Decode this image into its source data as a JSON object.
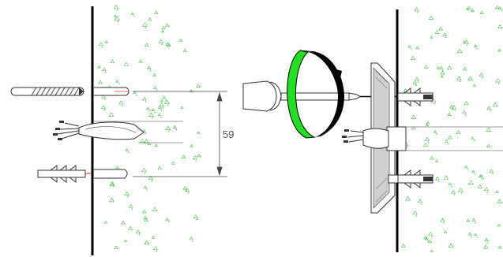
{
  "diagram": {
    "dimension_label": "59",
    "colors": {
      "wall": "#000000",
      "speckle": "#3ec43e",
      "rotation_band": "#22dd22",
      "line": "#444444",
      "bracket_fill": "#c8c8c8"
    },
    "parts": [
      "drill-bit",
      "wire-bundle",
      "wall-plug",
      "screwdriver",
      "rotation-arrow",
      "mounting-bracket",
      "wall-plug-upper",
      "wall-plug-lower",
      "cable-conduit"
    ]
  }
}
